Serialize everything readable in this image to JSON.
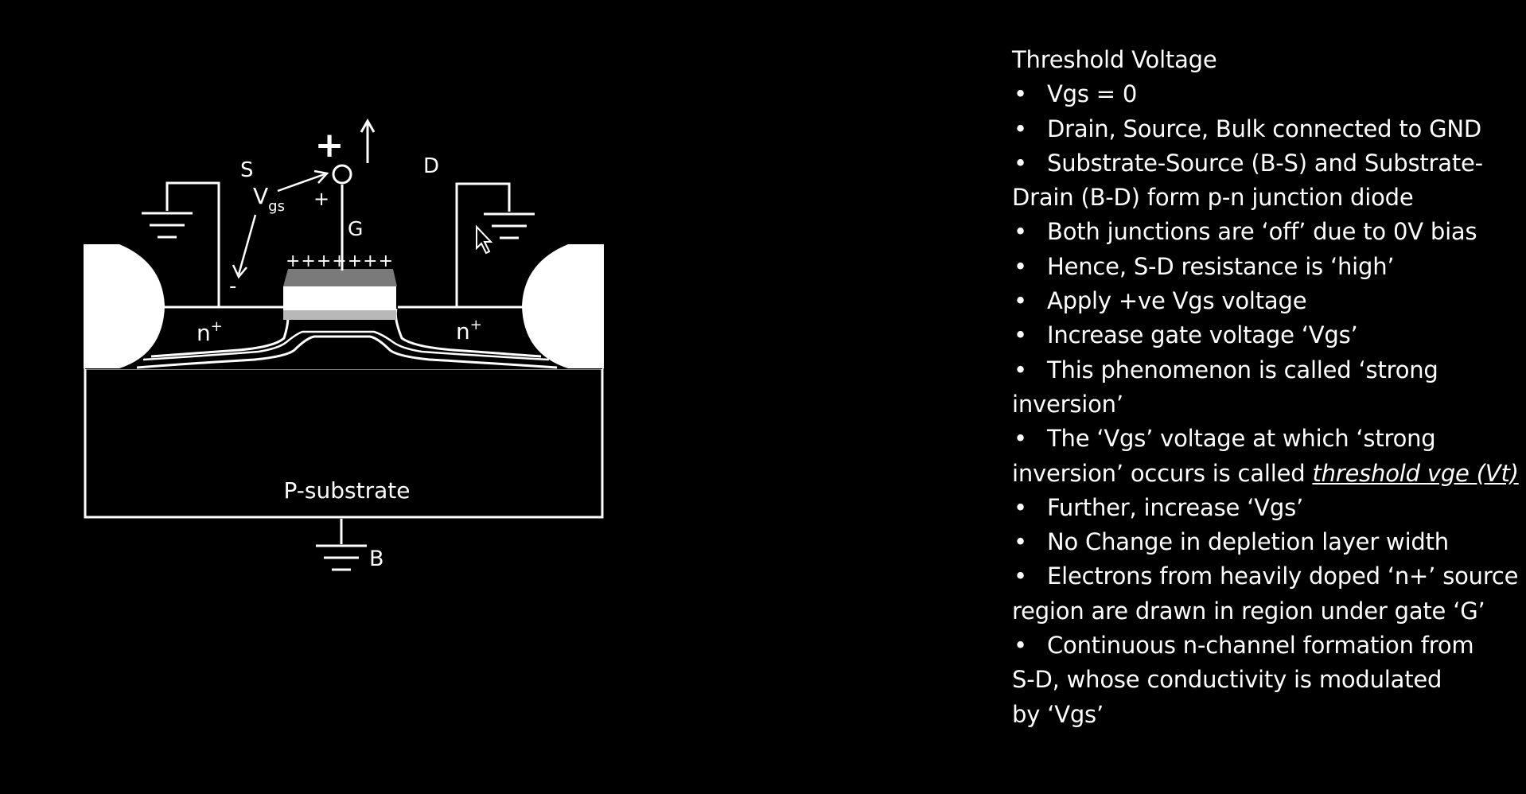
{
  "diagram": {
    "labels": {
      "source": "S",
      "drain": "D",
      "gate": "G",
      "bulk": "B",
      "vgs_main": "V",
      "vgs_sub": "gs",
      "plus_big": "+",
      "plus_small": "+",
      "minus": "-",
      "gate_charge": "+++++++",
      "n_left": "n",
      "n_right": "n",
      "n_sup": "+",
      "substrate": "P-substrate"
    }
  },
  "notes": {
    "title": "Threshold Voltage",
    "items": [
      "Vgs = 0",
      "Drain, Source, Bulk connected to GND",
      "Substrate-Source (B-S) and Substrate-",
      "Both junctions are ‘off’ due to 0V bias",
      "Hence, S-D resistance is ‘high’",
      "Apply +ve Vgs voltage",
      "Increase gate voltage ‘Vgs’",
      "This phenomenon is called ‘strong",
      "The ‘Vgs’ voltage at which ‘strong",
      "Further, increase ‘Vgs’",
      "No Change in depletion layer width",
      "Electrons from heavily doped ‘n+’ source",
      "Continuous n-channel formation from"
    ],
    "continuations": {
      "item3": "Drain (B-D) form p-n junction diode",
      "item8": "inversion’",
      "item9_prefix": "inversion’ occurs is called ",
      "item9_emph": "threshold vge (Vt)",
      "item12": "region are drawn in region under gate ‘G’",
      "item13_line2": "S-D, whose conductivity is modulated",
      "item13_line3": "by ‘Vgs’"
    }
  }
}
